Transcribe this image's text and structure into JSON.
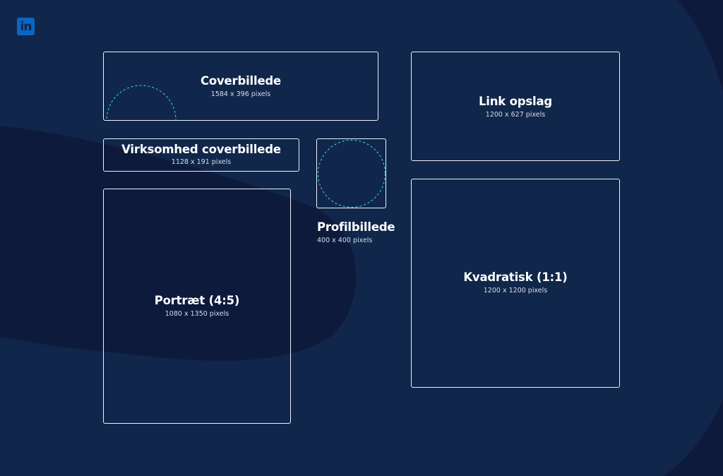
{
  "logo": {
    "text": "in",
    "color": "#0a66c2"
  },
  "colors": {
    "background": "#10264a",
    "dark_shape": "#0d1a3c",
    "frame_stroke": "#eef2f8",
    "dashed_circle": "#2ec6c9"
  },
  "frames": {
    "cover": {
      "title": "Coverbillede",
      "size": "1584 x 396 pixels"
    },
    "company_cover": {
      "title": "Virksomhed coverbillede",
      "size": "1128 x 191 pixels"
    },
    "portrait": {
      "title": "Portræt (4:5)",
      "size": "1080 x 1350 pixels"
    },
    "profile": {
      "title": "Profilbillede",
      "size": "400 x 400 pixels"
    },
    "link_post": {
      "title": "Link opslag",
      "size": "1200 x 627 pixels"
    },
    "square": {
      "title": "Kvadratisk (1:1)",
      "size": "1200 x 1200 pixels"
    }
  }
}
